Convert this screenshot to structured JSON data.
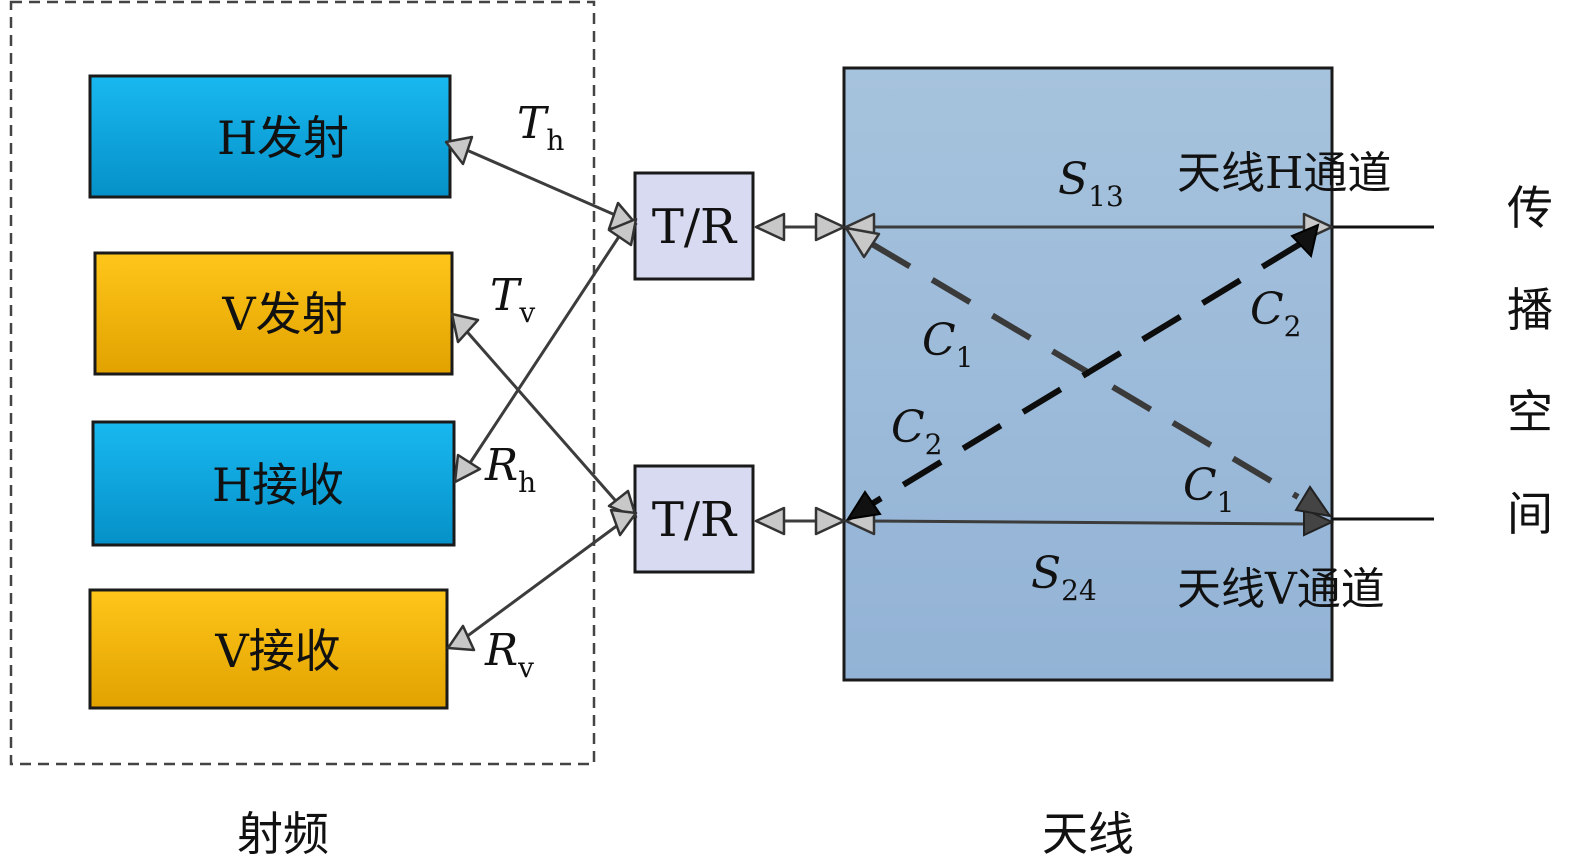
{
  "rf_section": {
    "label": "射频",
    "blocks": {
      "h_tx": "H发射",
      "v_tx": "V发射",
      "h_rx": "H接收",
      "v_rx": "V接收"
    }
  },
  "tr_switches": {
    "top": "T/R",
    "bottom": "T/R"
  },
  "antenna_section": {
    "label": "天线",
    "h_channel": "天线H通道",
    "v_channel": "天线V通道"
  },
  "propagation_space": [
    "传",
    "播",
    "空",
    "间"
  ],
  "math_labels": {
    "Th": {
      "main": "T",
      "sub": "h"
    },
    "Tv": {
      "main": "T",
      "sub": "v"
    },
    "Rh": {
      "main": "R",
      "sub": "h"
    },
    "Rv": {
      "main": "R",
      "sub": "v"
    },
    "S13": {
      "main": "S",
      "sub": "13"
    },
    "S24": {
      "main": "S",
      "sub": "24"
    },
    "C1_upper": {
      "main": "C",
      "sub": "1"
    },
    "C2_upper": {
      "main": "C",
      "sub": "2"
    },
    "C1_lower": {
      "main": "C",
      "sub": "1"
    },
    "C2_lower": {
      "main": "C",
      "sub": "2"
    }
  },
  "colors": {
    "h_block": "#0aa9e6",
    "v_block": "#f5b400",
    "tr_fill": "#d7daf0",
    "antenna_fill": "#9fbbd8"
  }
}
